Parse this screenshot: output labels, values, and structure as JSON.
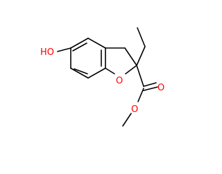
{
  "molecule": {
    "atoms": {
      "hydroxyl_label": "HO",
      "ring_oxygen_label": "O",
      "carbonyl_oxygen_label": "O",
      "ester_oxygen_label": "O"
    },
    "colors": {
      "bond": "#000000",
      "heteroatom": "#ff0000",
      "background": "#ffffff"
    }
  }
}
